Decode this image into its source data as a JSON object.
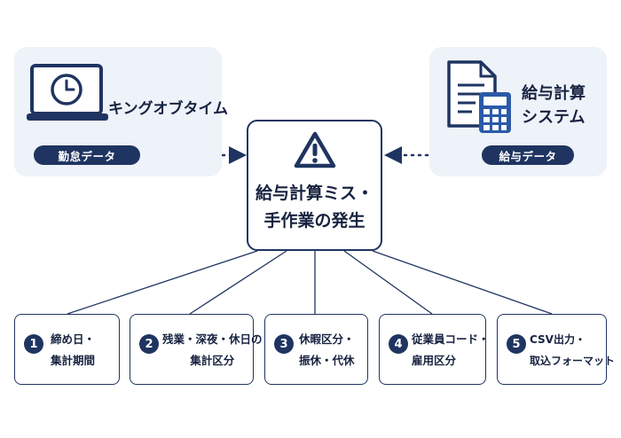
{
  "left_system": {
    "name": "キングオブタイム",
    "tag": "勤怠データ"
  },
  "right_system": {
    "name_line1": "給与計算",
    "name_line2": "システム",
    "tag": "給与データ"
  },
  "center": {
    "line1": "給与計算ミス・",
    "line2": "手作業の発生"
  },
  "causes": [
    {
      "number": "1",
      "line1": "締め日・",
      "line2": "集計期間"
    },
    {
      "number": "2",
      "line1": "残業・深夜・休日の",
      "line2": "集計区分"
    },
    {
      "number": "3",
      "line1": "休暇区分・",
      "line2": "振休・代休"
    },
    {
      "number": "4",
      "line1": "従業員コード・",
      "line2": "雇用区分"
    },
    {
      "number": "5",
      "line1": "CSV出力・",
      "line2": "取込フォーマット"
    }
  ],
  "colors": {
    "navy": "#1f3461",
    "panel_bg": "#eef2f9",
    "calc_blue": "#2b5aa8"
  }
}
